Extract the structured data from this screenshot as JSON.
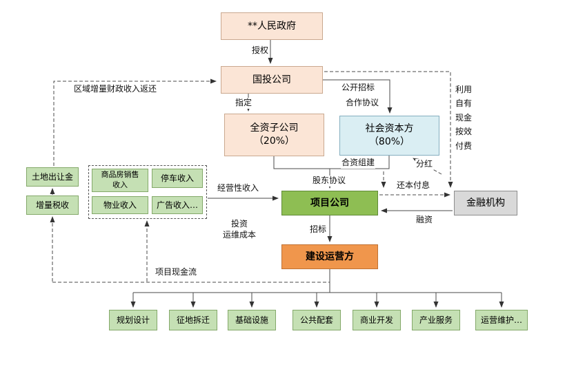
{
  "nodes": {
    "government": {
      "label": "**人民政府"
    },
    "soe": {
      "label": "国投公司"
    },
    "subsidiary": {
      "label": "全资子公司\n（20%）"
    },
    "social_capital": {
      "label": "社会资本方\n（80%）"
    },
    "project_company": {
      "label": "项目公司"
    },
    "financial_institution": {
      "label": "金融机构"
    },
    "builder_operator": {
      "label": "建设运营方"
    },
    "land_transfer_fee": {
      "label": "土地出让金"
    },
    "incremental_tax": {
      "label": "增量税收"
    },
    "income_group": {
      "housing_sales": "商品房销售\n收入",
      "parking": "停车收入",
      "property": "物业收入",
      "advertising": "广告收入…"
    },
    "bottom_row": [
      {
        "label": "规划设计"
      },
      {
        "label": "征地拆迁"
      },
      {
        "label": "基础设施"
      },
      {
        "label": "公共配套"
      },
      {
        "label": "商业开发"
      },
      {
        "label": "产业服务"
      },
      {
        "label": "运营维护…"
      }
    ]
  },
  "edge_labels": {
    "authorize": "授权",
    "designate": "指定",
    "public_bidding": "公开招标",
    "cooperation_agreement": "合作协议",
    "joint_venture": "合资组建",
    "shareholders_agreement": "股东协议",
    "dividend": "分红",
    "pay_by_performance": "利用自有现金按效付费",
    "repay_principal_interest": "还本付息",
    "financing": "融资",
    "bidding": "招标",
    "operating_income": "经营性收入",
    "investment_om_cost": "投资\n运维成本",
    "fiscal_revenue_return": "区域增量财政收入返还",
    "project_cash_flow": "项目现金流"
  },
  "colors": {
    "peach": "#fbe5d6",
    "blue": "#daeef3",
    "green": "#8ebe53",
    "light_green": "#c5e0b4",
    "orange": "#f0964c",
    "gray": "#d9d9d9",
    "line": "#4a4a4a"
  }
}
